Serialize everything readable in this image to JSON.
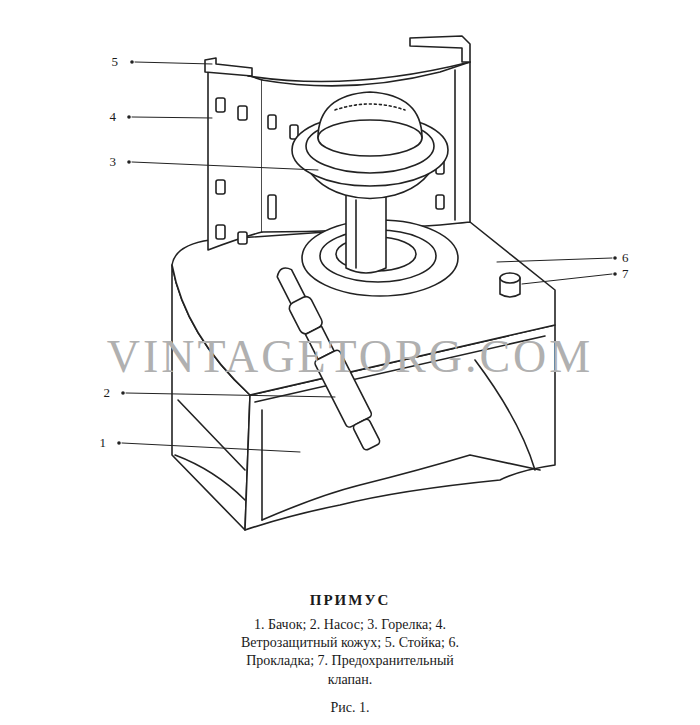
{
  "diagram": {
    "title": "ПРИМУС",
    "caption": "1. Бачок; 2. Насос; 3. Горелка; 4. Ветрозащитный кожух; 5. Стойка; 6. Прокладка; 7. Предохранительный клапан.",
    "labels": [
      "5",
      "4",
      "3",
      "2",
      "1",
      "6",
      "7",
      "VINTAGETORG.COM",
      "Рис. 1."
    ]
  }
}
